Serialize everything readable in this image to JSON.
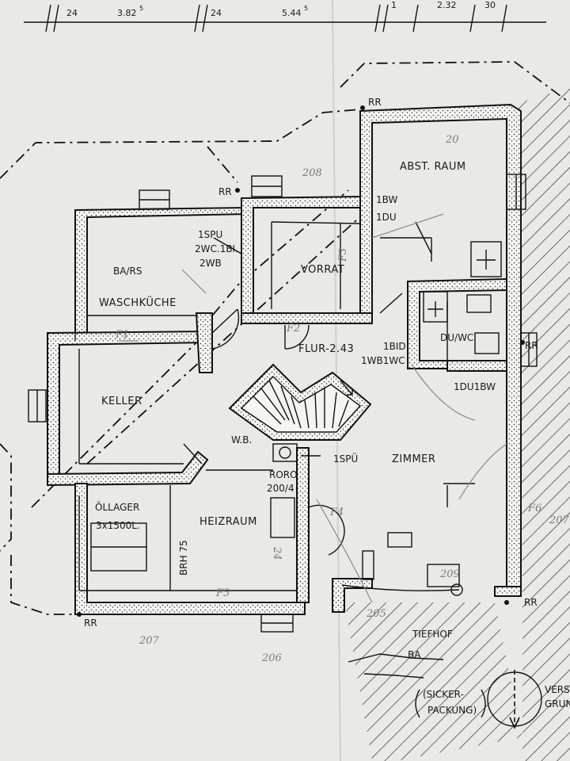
{
  "dimensions": {
    "top": [
      "24",
      "3.82",
      "5",
      "24",
      "5.44",
      "5",
      "1",
      "2.32",
      "30"
    ]
  },
  "rooms": {
    "abst_raum": "ABST. RAUM",
    "vorrat": "VORRAT",
    "waschkueche": "WASCHKÜCHE",
    "keller": "KELLER",
    "flur": "FLUR-2.43",
    "du_wc": "DU/WC",
    "zimmer": "ZIMMER",
    "heizraum": "HEIZRAUM",
    "tiefhof": "TIEFHOF"
  },
  "fixtures": {
    "bw": "1BW",
    "du": "1DU",
    "spu_top": "1SPU",
    "wc_bi": "2WC.1BI.",
    "wb": "2WB",
    "ba_rs": "BA/RS",
    "bid": "1BID.",
    "twb_wc": "1WB1WC",
    "du_bw": "1DU1BW",
    "wb_small": "W.B.",
    "spue": "1SPÜ",
    "roro": "RORO",
    "roro_size": "200/4",
    "oellager_title": "ÖLLAGER",
    "oellager_cap": "3x1500L.",
    "brh": "BRH 75",
    "sicker_1": "(SICKER-",
    "sicker_2": "PACKUNG)",
    "vers_1": "VERS",
    "vers_2": "GRUN",
    "ba": "BA"
  },
  "markers": {
    "rr": "RR"
  },
  "pencil_notes": {
    "n208": "208",
    "n20_top": "20",
    "n207_right": "207",
    "f1": "F1",
    "f2": "F2",
    "f3": "F3",
    "f4": "F4",
    "f5": "F5",
    "f6": "F6",
    "n209": "209",
    "n205": "205",
    "n207_bottom": "207",
    "n206": "206",
    "n24": "24"
  },
  "colors": {
    "ink": "#111111",
    "paper": "#e9e9e6",
    "pencil": "#8a8a8a"
  }
}
